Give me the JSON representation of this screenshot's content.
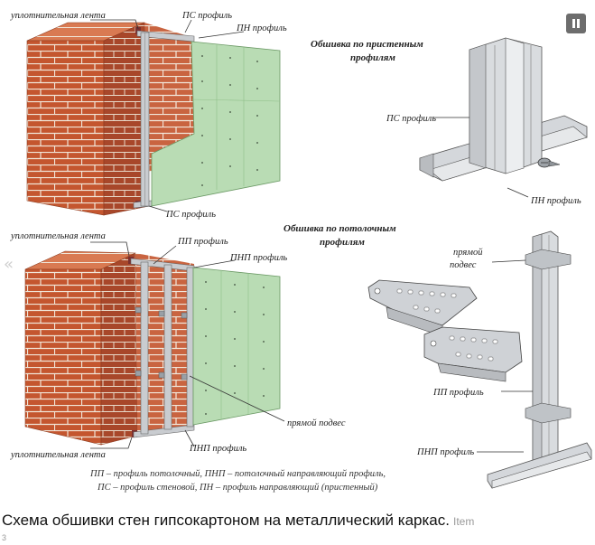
{
  "labels": {
    "top_seal_tape": "уплотнительная лента",
    "top_ps_profile_top": "ПС профиль",
    "top_pn_profile": "ПН профиль",
    "top_ps_profile_bottom": "ПС профиль",
    "bottom_seal_tape_top": "уплотнительная лента",
    "bottom_pp_profile": "ПП профиль",
    "bottom_pnp_profile_top": "ПНП профиль",
    "bottom_direct_hanger": "прямой подвес",
    "bottom_seal_tape_bottom": "уплотнительная лента",
    "bottom_pnp_profile_bottom": "ПНП профиль",
    "right_top_title_line1": "Обшивка по пристенным",
    "right_top_title_line2": "профилям",
    "right_top_ps_profile": "ПС профиль",
    "right_top_pn_profile": "ПН профиль",
    "right_bottom_title_line1": "Обшивка по потолочным",
    "right_bottom_title_line2": "профилям",
    "right_bottom_hanger_line1": "прямой",
    "right_bottom_hanger_line2": "подвес",
    "right_bottom_pp_profile": "ПП профиль",
    "right_bottom_pnp_profile": "ПНП профиль"
  },
  "legend": {
    "line1": "ПП – профиль потолочный, ПНП – потолочный направляющий профиль,",
    "line2": "ПС – профиль стеновой, ПН – профиль направляющий (пристенный)"
  },
  "caption": {
    "text": "Схема обшивки стен гипсокартоном на металлический каркас.",
    "source": "Item",
    "extra": "3"
  },
  "controls": {
    "pause_icon": "pause-icon",
    "prev_icon": "chevron-left-icon",
    "prev_glyph": "«"
  },
  "colors": {
    "brick": "#c4562f",
    "mortar": "#f1e6d8",
    "drywall": "#b9dcb4",
    "profile": "#c9ccd0"
  }
}
